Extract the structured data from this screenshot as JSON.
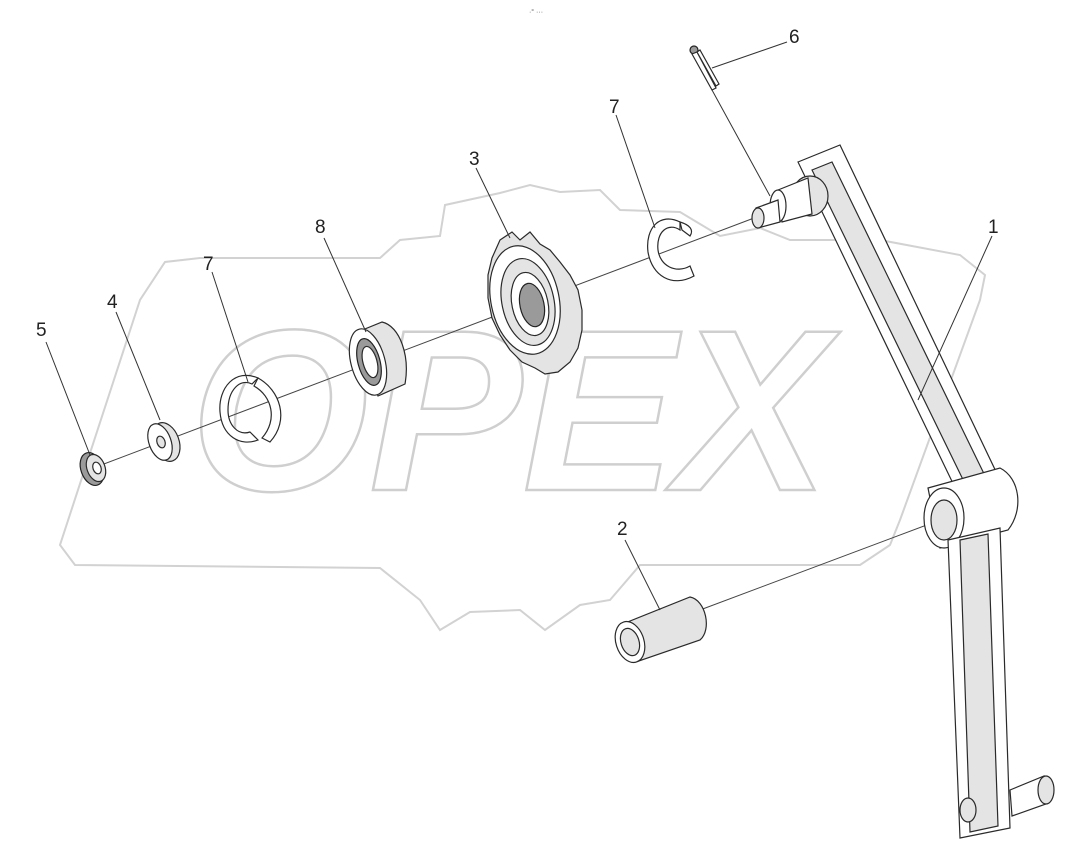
{
  "header": {
    "top_mark": "·° ···"
  },
  "watermark": {
    "logo_text": "OPEX"
  },
  "callouts": [
    "1",
    "2",
    "3",
    "4",
    "5",
    "6",
    "7",
    "7",
    "8"
  ],
  "colors": {
    "line": "#2a2a2a",
    "watermark": "#cfcfcf",
    "background": "#ffffff"
  }
}
